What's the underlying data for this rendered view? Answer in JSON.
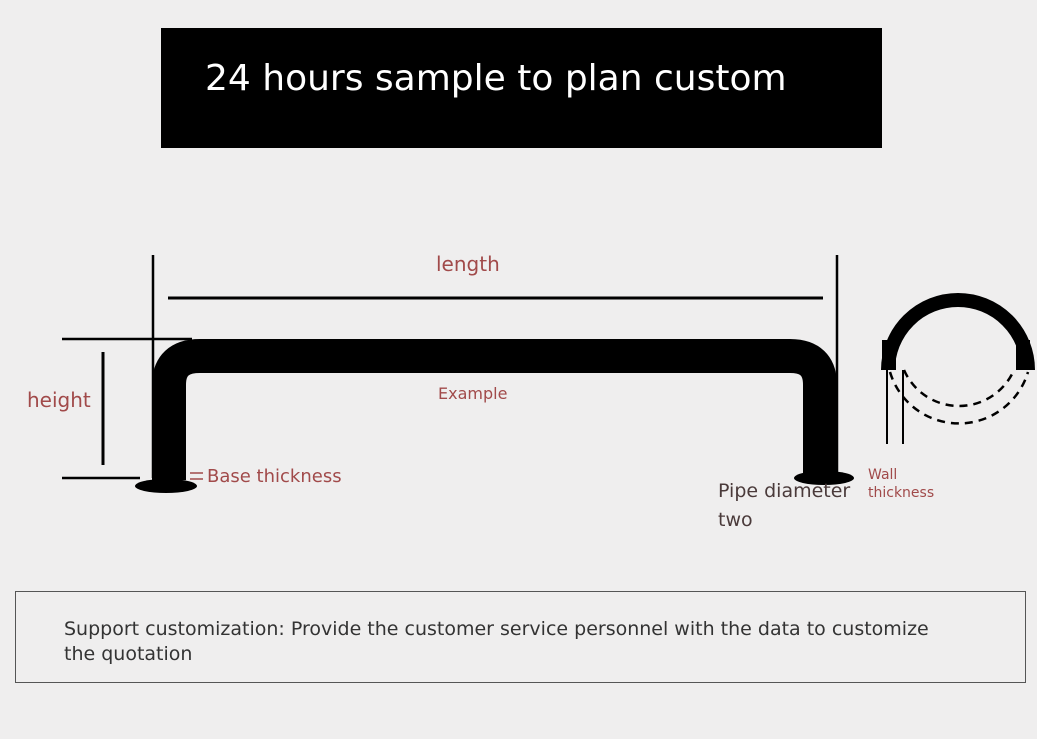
{
  "banner": {
    "title": "24 hours sample to plan custom"
  },
  "diagram": {
    "labels": {
      "length": "length",
      "height": "height",
      "example": "Example",
      "base_thickness": "Base thickness",
      "pipe_diameter": "Pipe diameter",
      "pipe_diameter_two": "two",
      "wall_thickness": "Wall\nthickness"
    }
  },
  "note": {
    "text": "Support customization: Provide the customer service personnel with the data to customize the quotation"
  },
  "colors": {
    "label": "#a14a4a",
    "dark_label": "#4a3a3a",
    "pipe": "#000000",
    "banner_bg": "#000000",
    "banner_text": "#ffffff",
    "background": "#efeeee"
  }
}
